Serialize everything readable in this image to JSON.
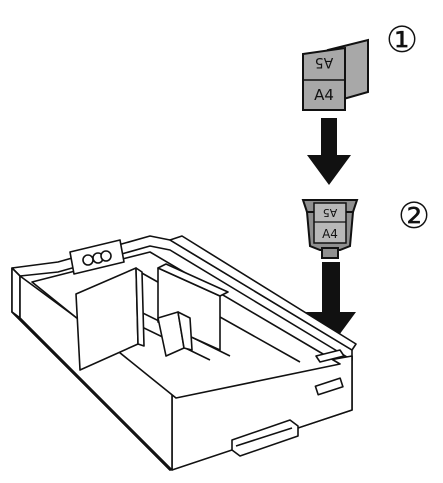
{
  "steps": {
    "first": {
      "marker": "①"
    },
    "second": {
      "marker": "②"
    }
  },
  "labels": {
    "cover_front": "A4",
    "cover_back": "A5",
    "stopper_front": "A4",
    "stopper_back": "A5"
  },
  "colors": {
    "line": "#111111",
    "label_gray": "#a8a8a8",
    "stopper_gray": "#8f8f8f",
    "tray_fill": "#ffffff",
    "arrow": "#111111"
  },
  "icons": {
    "arrow_1": "arrow-down-icon",
    "arrow_2": "arrow-down-icon"
  }
}
